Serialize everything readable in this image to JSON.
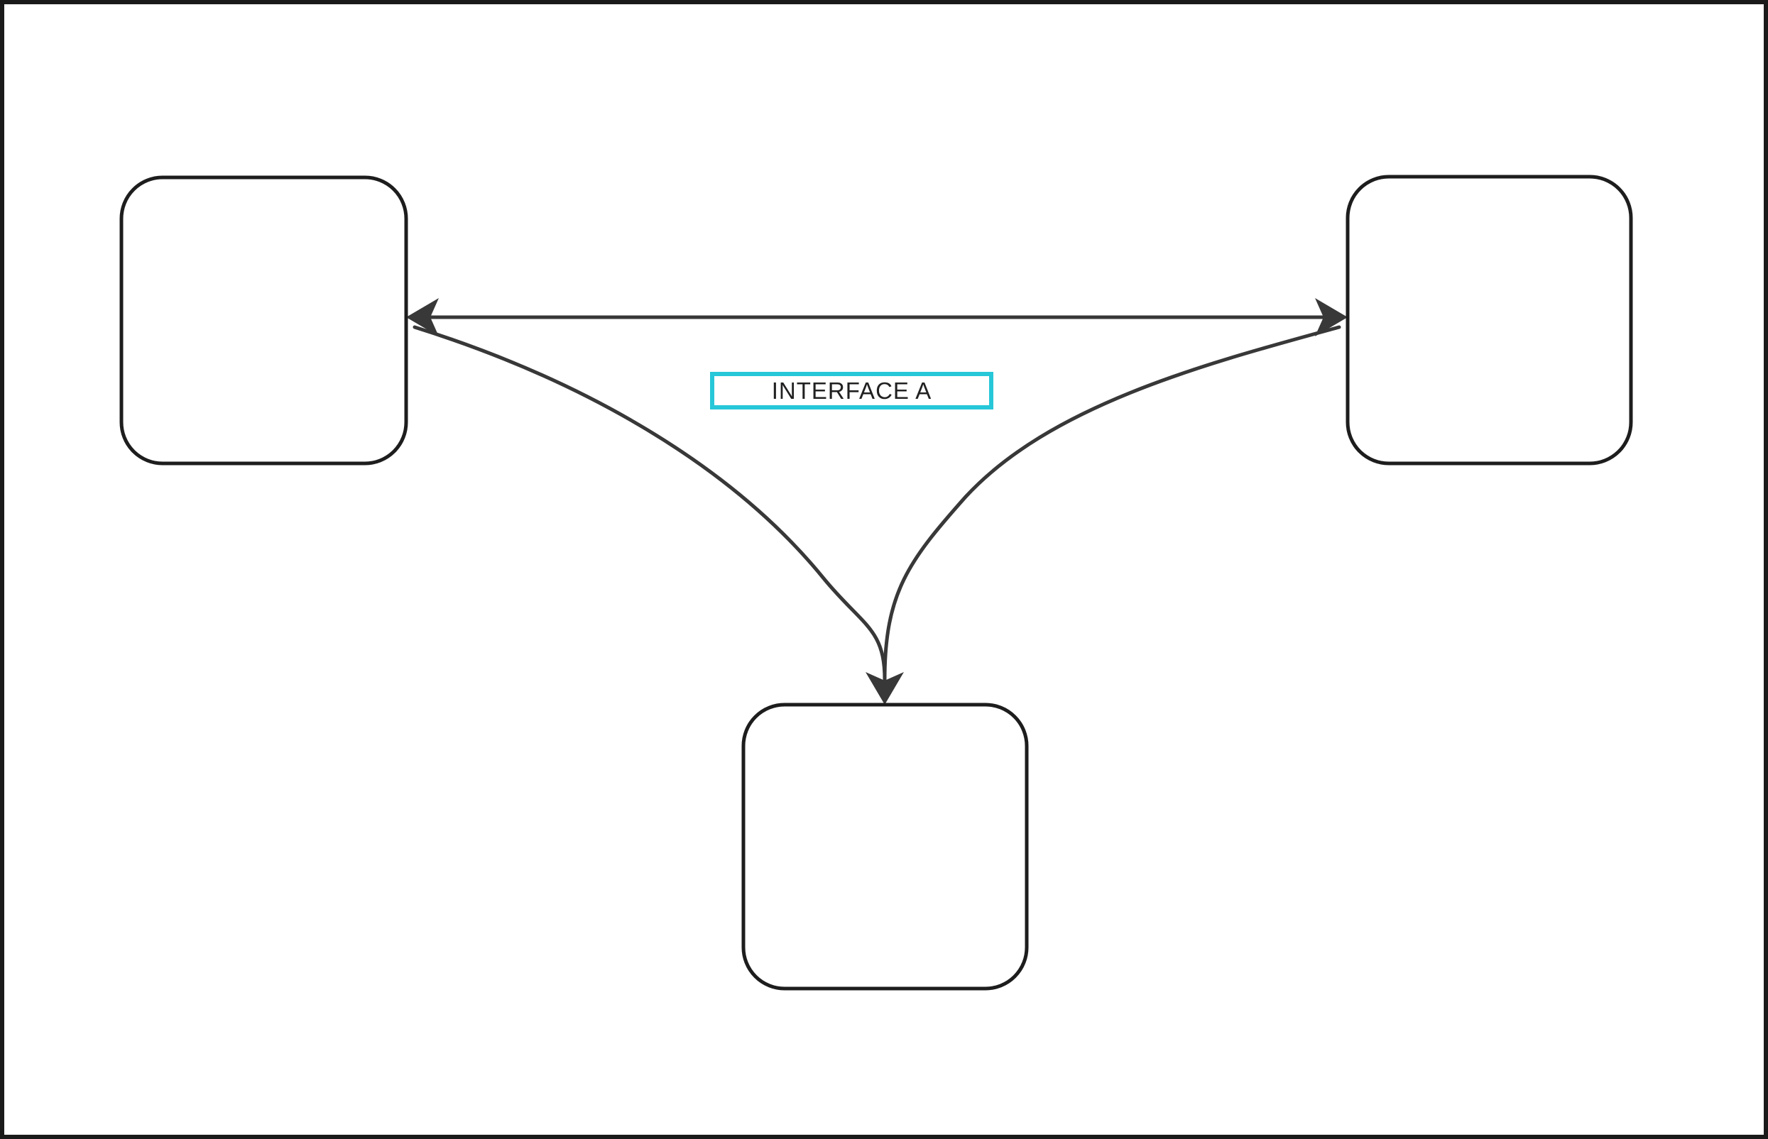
{
  "diagram": {
    "label": {
      "text": "INTERFACE A"
    },
    "nodes": [
      {
        "name": "node-top-left"
      },
      {
        "name": "node-top-right"
      },
      {
        "name": "node-bottom"
      }
    ],
    "connectors": [
      {
        "name": "top-double-arrow",
        "type": "straight-bidirectional"
      },
      {
        "name": "left-curve-to-bottom",
        "type": "curved-arrow"
      },
      {
        "name": "right-curve-to-bottom",
        "type": "curved-arrow"
      }
    ],
    "colors": {
      "background": "#ffffff",
      "frame": "#1a1a1a",
      "node_border": "#1d1d1d",
      "connector": "#383838",
      "label_border": "#26c7d8",
      "label_text": "#212121",
      "label_background": "#ffffff"
    }
  }
}
